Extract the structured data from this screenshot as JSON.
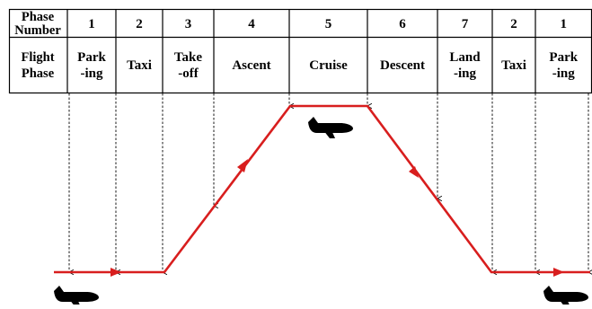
{
  "table": {
    "row1": {
      "header_lines": [
        "Phase",
        "Number"
      ],
      "cells": [
        "1",
        "2",
        "3",
        "4",
        "5",
        "6",
        "7",
        "2",
        "1"
      ]
    },
    "row2": {
      "header_lines": [
        "Flight",
        "Phase"
      ],
      "cells": [
        [
          "Park",
          "-ing"
        ],
        [
          "Taxi"
        ],
        [
          "Take",
          "-off"
        ],
        [
          "Ascent"
        ],
        [
          "Cruise"
        ],
        [
          "Descent"
        ],
        [
          "Land",
          "-ing"
        ],
        [
          "Taxi"
        ],
        [
          "Park",
          "-ing"
        ]
      ]
    }
  },
  "colors": {
    "flight_path": "#d81e1e",
    "grid": "#000000",
    "dashed_arrow": "#000000",
    "aircraft": "#000000"
  },
  "icons": {
    "aircraft": "airplane-icon"
  }
}
